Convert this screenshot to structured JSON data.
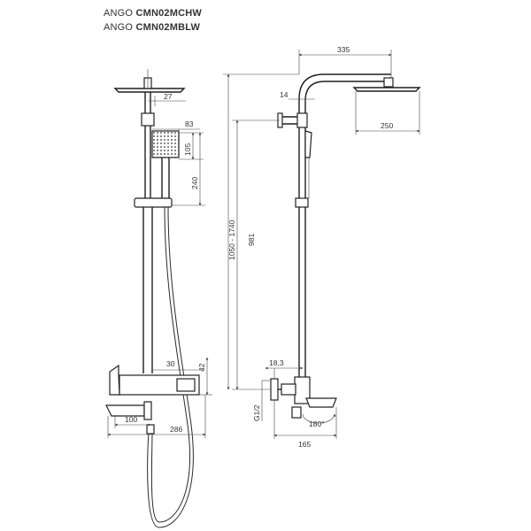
{
  "title": {
    "line1": {
      "prefix": "ANGO ",
      "code": "CMN02MCHW"
    },
    "line2": {
      "prefix": "ANGO ",
      "code": "CMN02MBLW"
    }
  },
  "dimensions": {
    "d27": "27",
    "d83": "83",
    "d105": "105",
    "d240": "240",
    "d30": "30",
    "d42": "42",
    "d100": "100",
    "d286": "286",
    "d335": "335",
    "d14": "14",
    "d250": "250",
    "d1050_1740": "1050 - 1740",
    "d981": "981",
    "d18_3": "18,3",
    "g1_2": "G1/2",
    "d165": "165",
    "d180": "180°"
  }
}
